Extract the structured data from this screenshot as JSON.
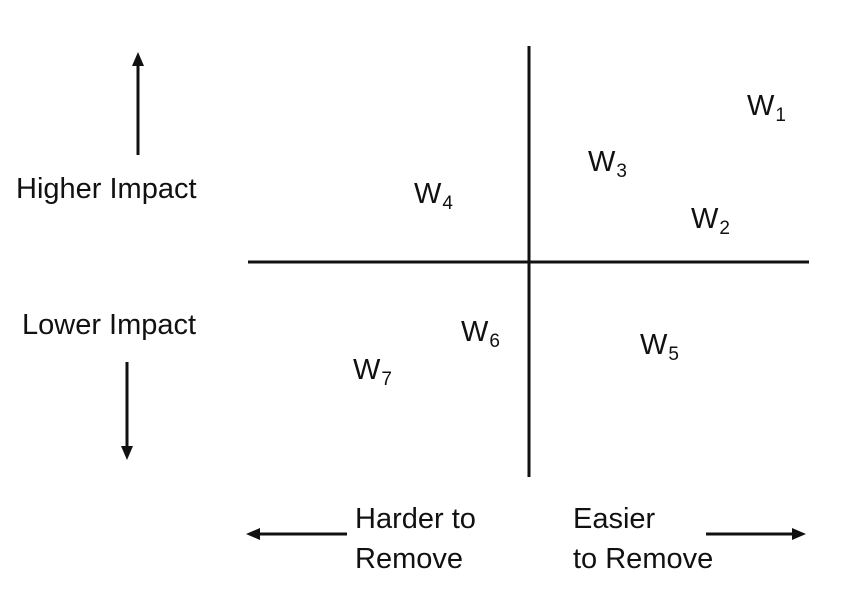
{
  "axis": {
    "higher_impact": "Higher Impact",
    "lower_impact": "Lower Impact",
    "harder_line1": "Harder to",
    "harder_line2": "Remove",
    "easier_line1": "Easier",
    "easier_line2": "to Remove"
  },
  "points": [
    {
      "base": "W",
      "sub": "1"
    },
    {
      "base": "W",
      "sub": "2"
    },
    {
      "base": "W",
      "sub": "3"
    },
    {
      "base": "W",
      "sub": "4"
    },
    {
      "base": "W",
      "sub": "5"
    },
    {
      "base": "W",
      "sub": "6"
    },
    {
      "base": "W",
      "sub": "7"
    }
  ]
}
